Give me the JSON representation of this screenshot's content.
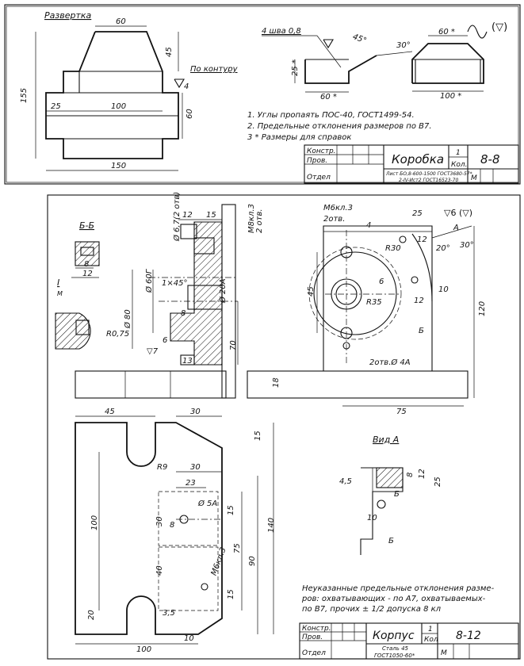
{
  "sheet1": {
    "view_title": "Развертка",
    "dims": {
      "top_60": "60",
      "d45": "45",
      "d155": "155",
      "d25": "25",
      "d100": "100",
      "d60_right": "60",
      "d150": "150"
    },
    "contour_label": "По контуру",
    "roughness_4": "4",
    "section": {
      "seam_label": "4 шва 0,8",
      "angle_45": "45°",
      "angle_30": "30°",
      "h25": "25 *",
      "w60": "60 *"
    },
    "side_view": {
      "w60": "60 *",
      "w100": "100 *"
    },
    "roughness_general": "(▽)",
    "notes": [
      "1. Углы пропаять ПОС-40, ГОСТ1499-54.",
      "2. Предельные отклонения размеров по В7.",
      "3 * Размеры для справок"
    ],
    "title_block": {
      "row1": "Констр.",
      "row2": "Пров.",
      "row3": "Отдел",
      "name": "Коробка",
      "qty": "1",
      "qty_label": "Кол.",
      "code": "8-8",
      "material_l1": "Лист БО,8-600-1500 ГОСТ3680-57*",
      "material_l2": "2-IV-Ист2 ГОСТ16523-70",
      "scale": "М"
    }
  },
  "sheet2": {
    "section_label": "Б-Б",
    "detail_label": "I",
    "detail_scale": "М",
    "dims": {
      "d8": "8",
      "d12": "12",
      "r075": "R0,75",
      "phi80": "Ø 80",
      "phi60": "Ø 60Г",
      "phi67": "Ø 6,7(2 отв)",
      "d12_top": "12",
      "d15_top": "15",
      "m8": "М8кл.3",
      "m8_cnt": "2 отв.",
      "chamfer": "1×45°",
      "phi20": "Ø 20А",
      "d8_mid": "8",
      "d70": "70",
      "d13": "13",
      "r6": "6",
      "r7": "▽7"
    },
    "front": {
      "m6": "М6кл.3",
      "m6_cnt": "2отв.",
      "d25": "25",
      "roughness": "▽6 (▽)",
      "arrow_a": "А",
      "d4": "4",
      "d12a": "12",
      "r30": "R30",
      "a20": "20°",
      "a30": "30°",
      "d45": "45",
      "d6": "6",
      "r35": "R35",
      "d12b": "12",
      "d10": "10",
      "b_label": "Б",
      "d120": "120",
      "holes": "2отв.Ø 4А",
      "d18": "18",
      "d75": "75"
    },
    "plan": {
      "d45": "45",
      "d30": "30",
      "d15": "15",
      "r9": "R9",
      "d30b": "30",
      "d23": "23",
      "phi5": "Ø 5А",
      "d100": "100",
      "d30c": "30",
      "d8": "8",
      "d15b": "15",
      "d75": "75",
      "d90": "90",
      "d140": "140",
      "d40": "40",
      "m6": "М6кл.3",
      "d15c": "15",
      "d20": "20",
      "d35": "3,5",
      "d100b": "100",
      "d10": "10"
    },
    "view_a": {
      "title": "Вид А",
      "d45": "4,5",
      "d8": "8",
      "d12": "12",
      "d25": "25",
      "d10": "10",
      "b": "Б",
      "b2": "Б"
    },
    "note": [
      "Неуказанные предельные отклонения разме-",
      "ров: охватывающих - по А7, охватываемых-",
      "по В7, прочих ± 1/2 допуска 8 кл"
    ],
    "title_block": {
      "row1": "Констр.",
      "row2": "Пров.",
      "row3": "Отдел",
      "name": "Корпус",
      "qty": "1",
      "qty_label": "Кол",
      "code": "8-12",
      "material_l1": "Сталь 45",
      "material_l2": "ГОСТ1050-60*",
      "scale": "М"
    }
  }
}
